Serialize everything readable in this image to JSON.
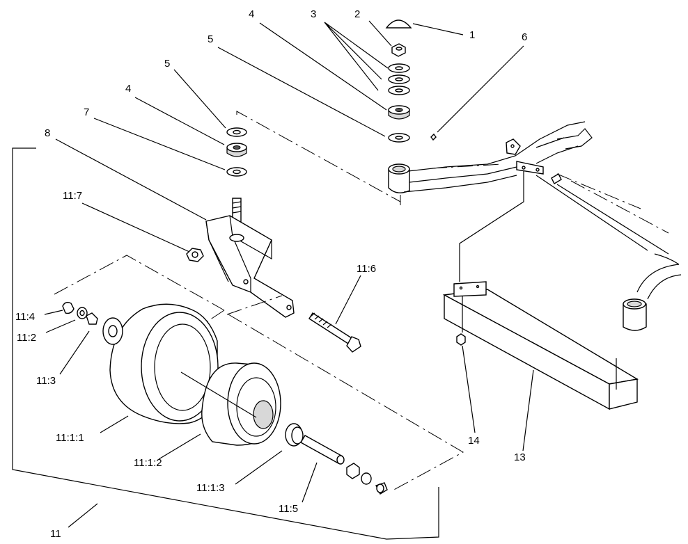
{
  "callouts": {
    "c1": "1",
    "c2": "2",
    "c3": "3",
    "c4a": "4",
    "c5a": "5",
    "c6": "6",
    "c5b": "5",
    "c4b": "4",
    "c7": "7",
    "c8": "8",
    "c11_7": "11:7",
    "c11_6": "11:6",
    "c11_4": "11:4",
    "c11_2": "11:2",
    "c11_3": "11:3",
    "c11_1_1": "11:1:1",
    "c11_1_2": "11:1:2",
    "c11_1_3": "11:1:3",
    "c11_5": "11:5",
    "c11": "11",
    "c13": "13",
    "c14": "14"
  }
}
